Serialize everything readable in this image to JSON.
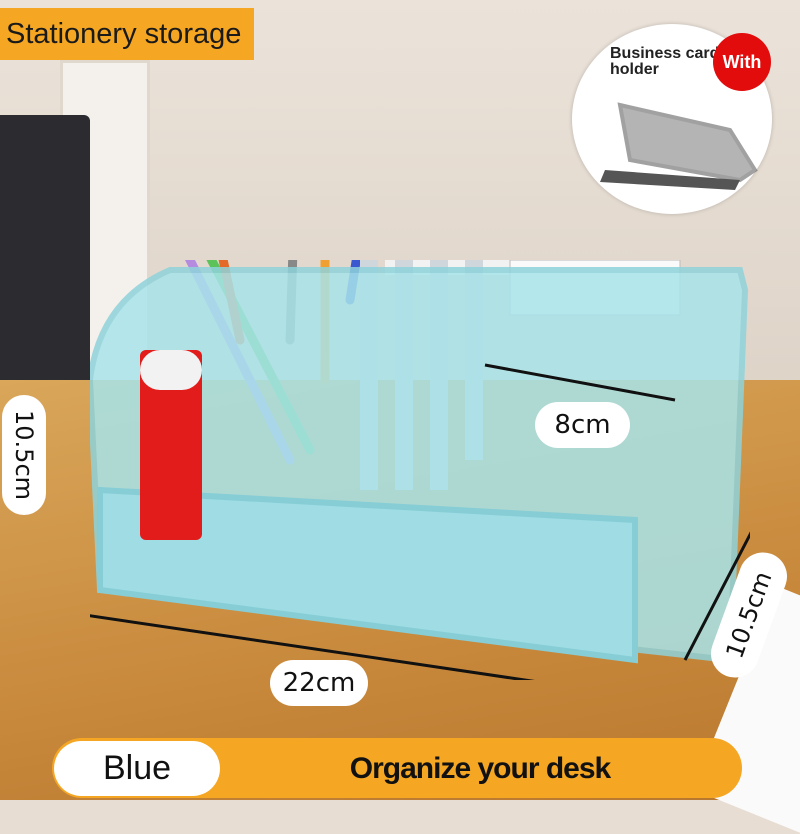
{
  "title": "Stationery storage",
  "accessory": {
    "label": "Business card holder",
    "badge": "With"
  },
  "dimensions": {
    "height": "10.5cm",
    "width": "22cm",
    "depth": "10.5cm",
    "compartment": "8cm"
  },
  "color_option": "Blue",
  "tagline": "Organize your desk",
  "colors": {
    "accent": "#f5a623",
    "badge": "#e30c0c",
    "product": "#9fe0e6"
  }
}
